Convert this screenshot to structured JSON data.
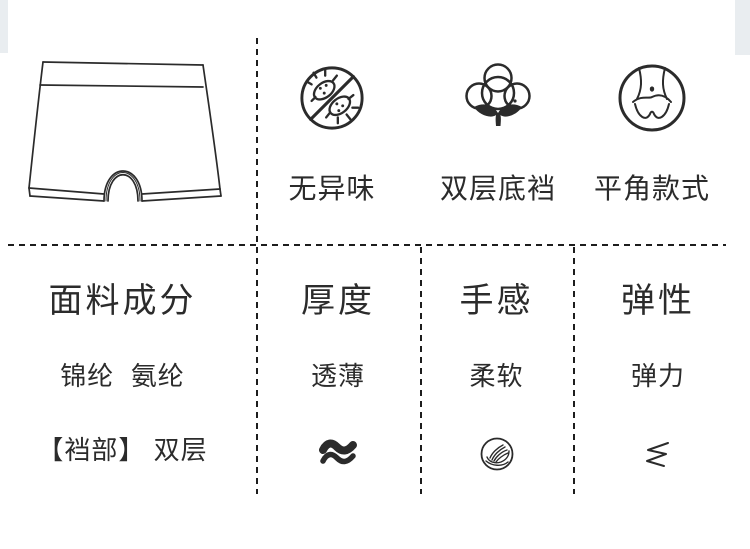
{
  "colors": {
    "background": "#ffffff",
    "ink": "#2b2b2b",
    "dash_line": "#1d1d1d",
    "corner_gray": "#e9edf0"
  },
  "sketch": {
    "name": "boxer-briefs-line-drawing"
  },
  "top_features": {
    "items": [
      {
        "label": "无异味",
        "icon": "no-bacteria-icon"
      },
      {
        "label": "双层底裆",
        "icon": "cotton-boll-icon"
      },
      {
        "label": "平角款式",
        "icon": "boxer-fit-body-icon"
      }
    ]
  },
  "spec_table": {
    "columns": [
      {
        "header": "面料成分",
        "value": "锦纶  氨纶",
        "detail": "【裆部】 双层"
      },
      {
        "header": "厚度",
        "value": "透薄",
        "icon": "double-wave-icon"
      },
      {
        "header": "手感",
        "value": "柔软",
        "icon": "hand-touch-icon"
      },
      {
        "header": "弹性",
        "value": "弹力",
        "icon": "spring-zigzag-icon"
      }
    ]
  }
}
